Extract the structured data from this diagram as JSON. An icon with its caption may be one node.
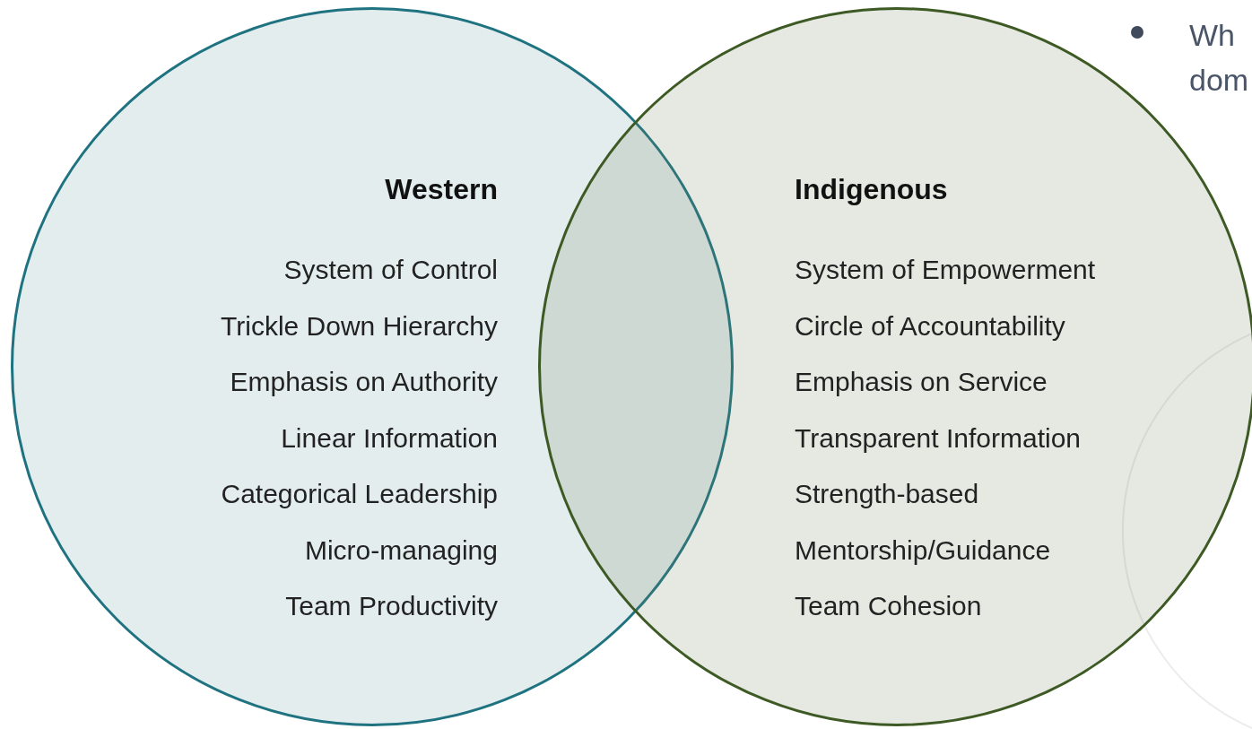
{
  "diagram": {
    "nodes": [
      {
        "text": [
          "Western",
          "System of Control",
          "Trickle Down Hierarchy",
          "Emphasis on Authority",
          "Linear Information",
          "Categorical Leadership",
          "Micro-managing",
          "Team Productivity"
        ]
      },
      {
        "text": [
          "Indigenous",
          "System of Empowerment",
          "Circle of Accountability",
          "Emphasis on Service",
          "Transparent Information",
          "Strength-based",
          "Mentorship/Guidance",
          "Team Cohesion"
        ]
      }
    ],
    "edges": [],
    "labels": [
      "Wh dom"
    ]
  }
}
